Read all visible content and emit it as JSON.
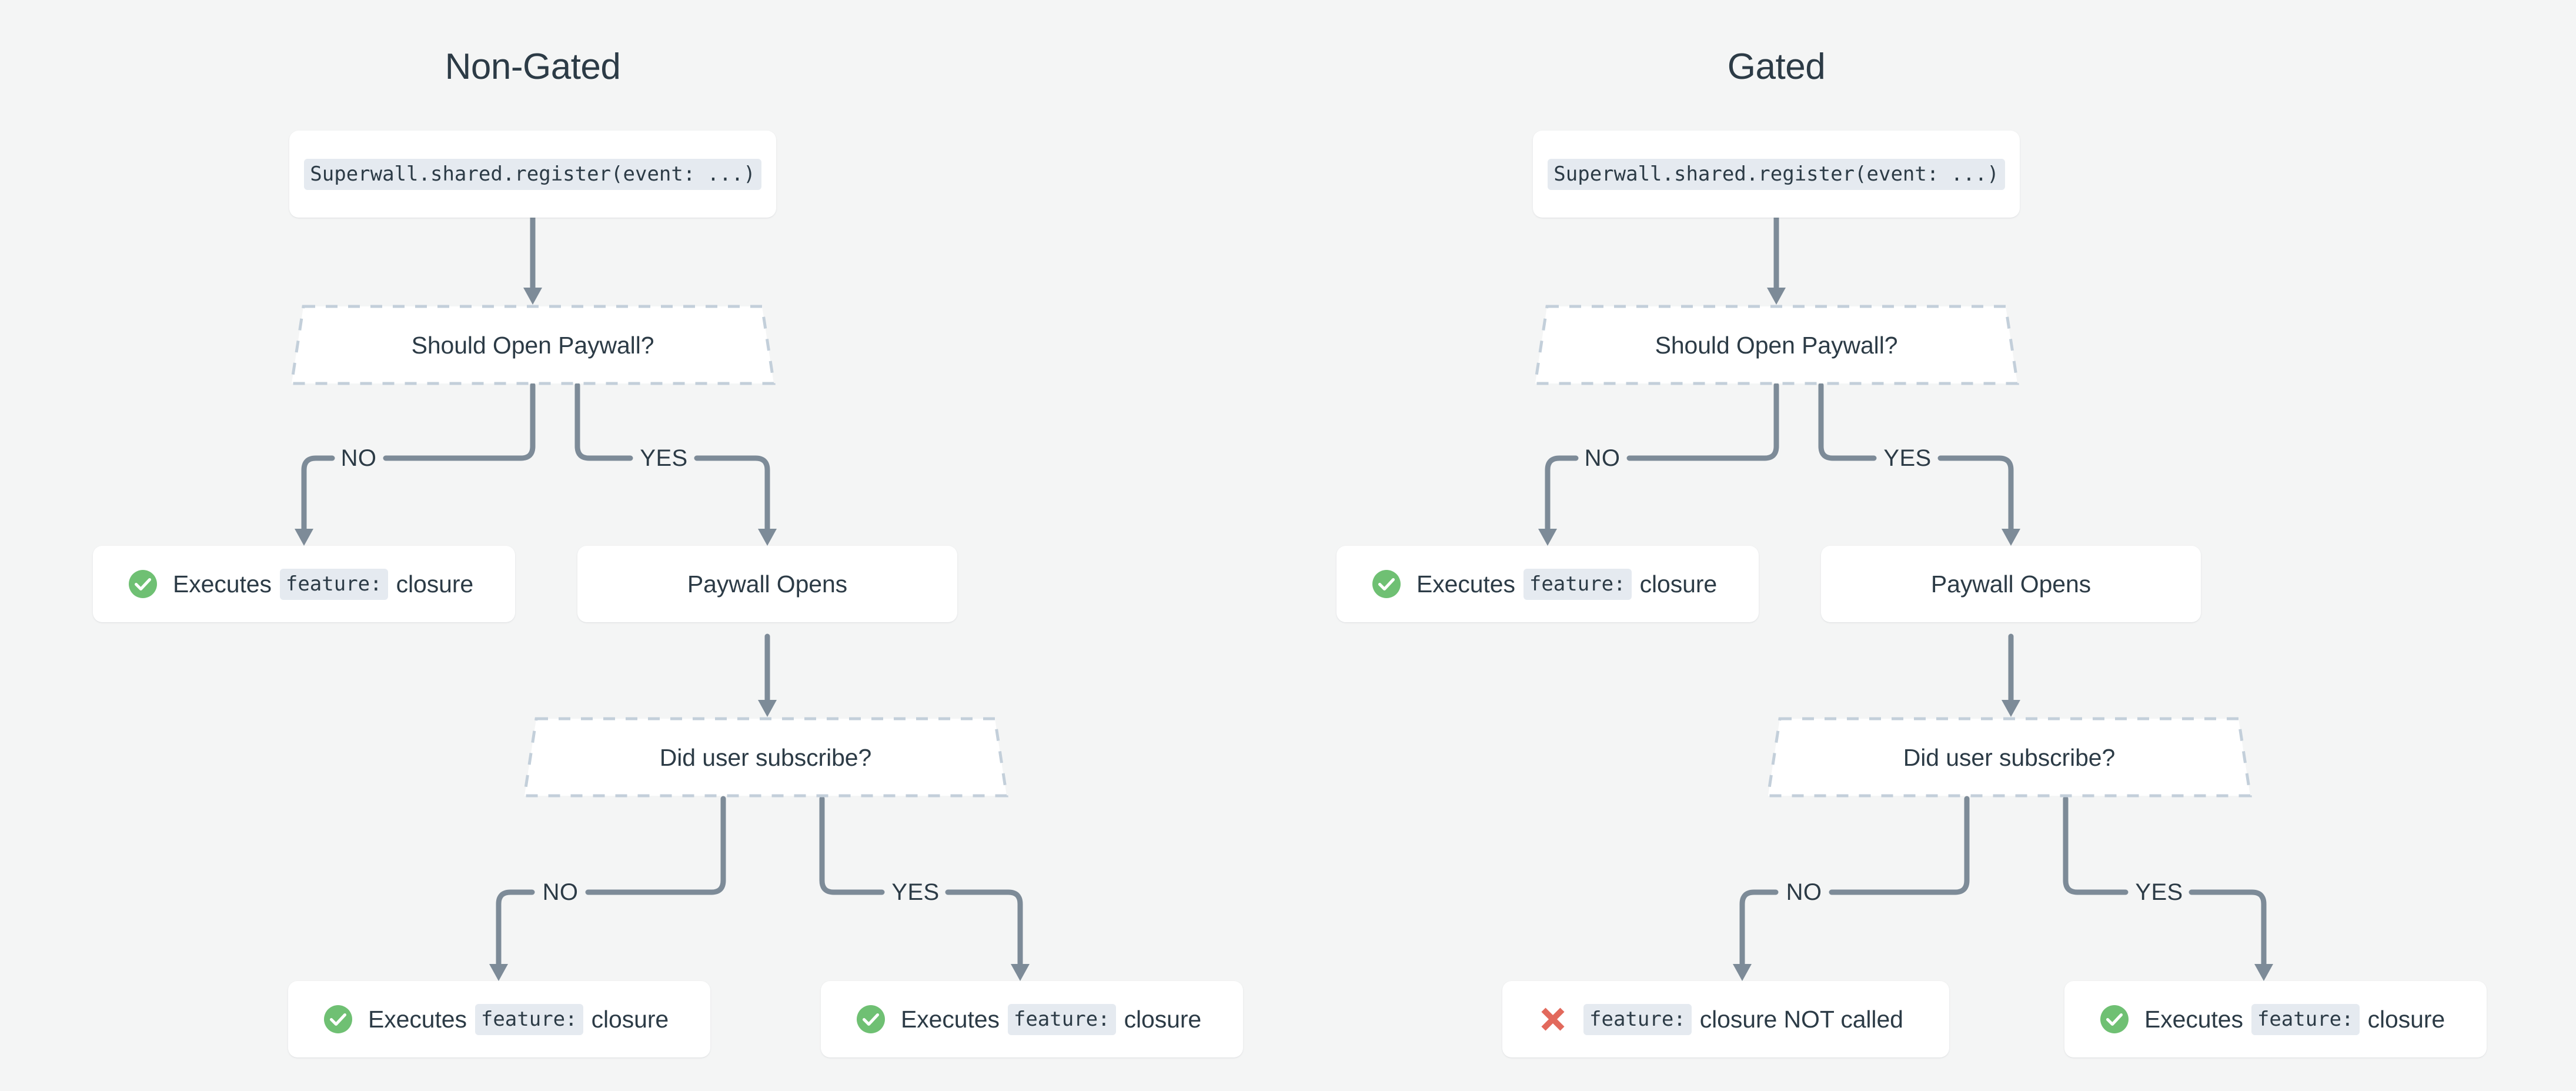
{
  "meta": {
    "background_color": "#f4f5f5",
    "text_color": "#2c3b46",
    "wire_color": "#7d8b98",
    "dashed_border_color": "#c3cfda",
    "success_color": "#6fc073",
    "error_color": "#e2695c",
    "code_chip_bg": "#e5eaf0",
    "card_bg": "#ffffff"
  },
  "columns": [
    {
      "id": "non-gated",
      "title": "Non-Gated",
      "nodes": {
        "entry": {
          "code": "Superwall.shared.register(event: ...)"
        },
        "decision_paywall": {
          "label": "Should Open Paywall?"
        },
        "branch_no": {
          "label": "NO"
        },
        "branch_yes": {
          "label": "YES"
        },
        "result_no": {
          "icon": "check-circle-icon",
          "prefix": "Executes",
          "code": "feature:",
          "suffix": "closure"
        },
        "paywall_opens": {
          "label": "Paywall Opens"
        },
        "decision_subscribe": {
          "label": "Did user subscribe?"
        },
        "branch2_no": {
          "label": "NO"
        },
        "branch2_yes": {
          "label": "YES"
        },
        "result_sub_no": {
          "icon": "check-circle-icon",
          "prefix": "Executes",
          "code": "feature:",
          "suffix": "closure"
        },
        "result_sub_yes": {
          "icon": "check-circle-icon",
          "prefix": "Executes",
          "code": "feature:",
          "suffix": "closure"
        }
      }
    },
    {
      "id": "gated",
      "title": "Gated",
      "nodes": {
        "entry": {
          "code": "Superwall.shared.register(event: ...)"
        },
        "decision_paywall": {
          "label": "Should Open Paywall?"
        },
        "branch_no": {
          "label": "NO"
        },
        "branch_yes": {
          "label": "YES"
        },
        "result_no": {
          "icon": "check-circle-icon",
          "prefix": "Executes",
          "code": "feature:",
          "suffix": "closure"
        },
        "paywall_opens": {
          "label": "Paywall Opens"
        },
        "decision_subscribe": {
          "label": "Did user subscribe?"
        },
        "branch2_no": {
          "label": "NO"
        },
        "branch2_yes": {
          "label": "YES"
        },
        "result_sub_no": {
          "icon": "x-mark-icon",
          "prefix": "",
          "code": "feature:",
          "suffix": "closure NOT called"
        },
        "result_sub_yes": {
          "icon": "check-circle-icon",
          "prefix": "Executes",
          "code": "feature:",
          "suffix": "closure"
        }
      }
    }
  ]
}
